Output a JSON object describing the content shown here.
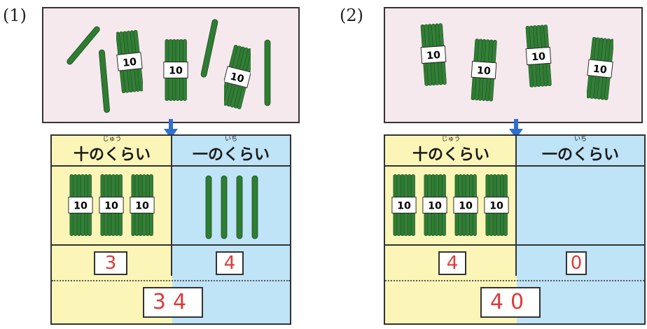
{
  "colors": {
    "stick_green": "#2e7d32",
    "scene_bg": "#f6e9ee",
    "tens_bg": "#fbf6b8",
    "ones_bg": "#bfe3f7",
    "answer_red": "#e03a3a",
    "arrow_blue": "#2f6fd0"
  },
  "problems": [
    {
      "label": "(1)",
      "tens_header": "十のくらい",
      "tens_ruby": "じゅう",
      "ones_header": "一のくらい",
      "ones_ruby": "いち",
      "bundle_label": "10",
      "tens_count": 3,
      "ones_count": 4,
      "tens_digit": "3",
      "ones_digit": "4",
      "total": "34"
    },
    {
      "label": "(2)",
      "tens_header": "十のくらい",
      "tens_ruby": "じゅう",
      "ones_header": "一のくらい",
      "ones_ruby": "いち",
      "bundle_label": "10",
      "tens_count": 4,
      "ones_count": 0,
      "tens_digit": "4",
      "ones_digit": "0",
      "total": "40"
    }
  ]
}
